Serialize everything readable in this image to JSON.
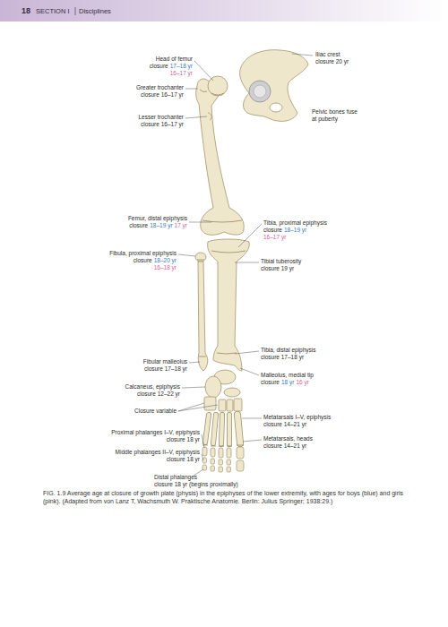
{
  "diagram": {
    "caption": "FIG. 1.9 Average age at closure of growth plate (physis) in the epiphyses of the lower extremity, with ages for boys (blue) and girls (pink). (Adapted from von Lanz T, Wachsmuth W. Praktische Anatomie. Berlin: Julius Springer; 1938:29.)",
    "labels": [
      "18",
      "SECTION I",
      "Disciplines",
      "Head of femur",
      "closure",
      "17–18 yr",
      "16–17 yr",
      "Greater trochanter",
      "closure 16–17 yr",
      "Lesser trochanter",
      "closure 16–17 yr",
      "Iliac crest",
      "closure 20 yr",
      "Pelvic bones fuse",
      "at puberty",
      "Femur, distal epiphysis",
      "closure",
      "18–19 yr",
      "17 yr",
      "Tibia, proximal epiphysis",
      "closure",
      "18–19 yr",
      "16–17 yr",
      "Fibula, proximal epiphysis",
      "closure",
      "18–20 yr",
      "16–18 yr",
      "Tibial tuberosity",
      "closure 19 yr",
      "Tibia, distal epiphysis",
      "closure 17–18 yr",
      "Fibular malleolus",
      "closure 17–18 yr",
      "Malleolus, medial tip",
      "closure",
      "18 yr",
      "16 yr",
      "Calcaneus, epiphysis",
      "closure 12–22 yr",
      "Closure variable",
      "Metatarsals I–V, epiphysis",
      "closure 14–21 yr",
      "Proximal phalanges I–V, epiphysis",
      "closure 18 yr",
      "Metatarsals, heads",
      "closure 14–21 yr",
      "Middle phalanges II–V, epiphysis",
      "closure 18 yr",
      "Distal phalanges",
      "closure 18 yr (begins proximally)"
    ]
  }
}
